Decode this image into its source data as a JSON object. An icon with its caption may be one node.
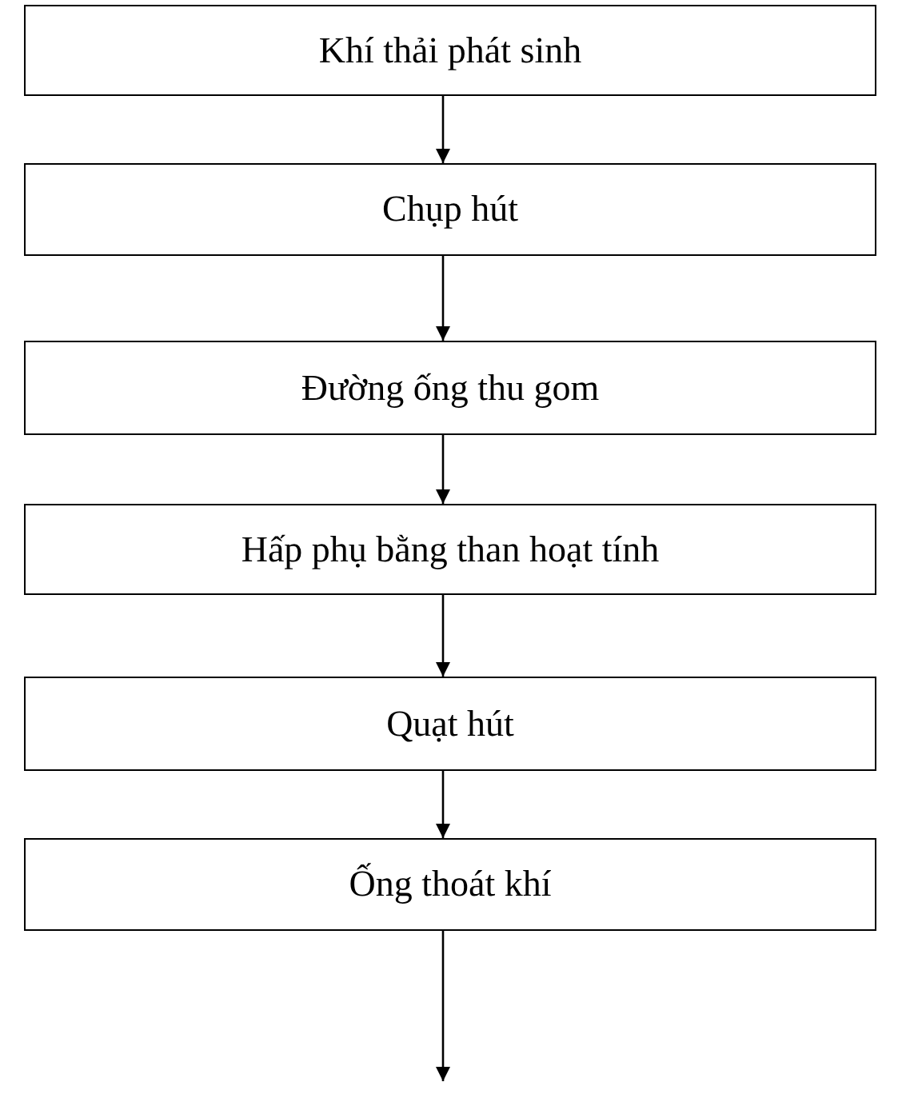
{
  "diagram": {
    "nodes": [
      {
        "text": [
          "Khí thải phát sinh"
        ]
      },
      {
        "text": [
          "Chụp hút"
        ]
      },
      {
        "text": [
          "Đường ống thu gom"
        ]
      },
      {
        "text": [
          "Hấp phụ bằng than hoạt tính"
        ]
      },
      {
        "text": [
          "Quạt hút"
        ]
      },
      {
        "text": [
          "Ống thoát khí"
        ]
      }
    ],
    "edges": [
      {
        "from": 0,
        "to": 1,
        "arrow": "to"
      },
      {
        "from": 1,
        "to": 2,
        "arrow": "to"
      },
      {
        "from": 2,
        "to": 3,
        "arrow": "to"
      },
      {
        "from": 3,
        "to": 4,
        "arrow": "to"
      },
      {
        "from": 4,
        "to": 5,
        "arrow": "to"
      },
      {
        "from": 5,
        "to": null,
        "arrow": "to"
      }
    ]
  }
}
